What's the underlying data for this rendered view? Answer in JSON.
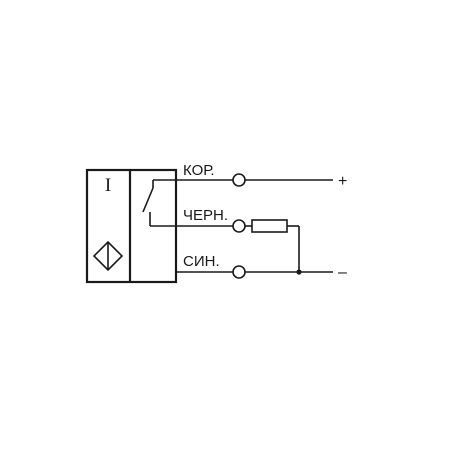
{
  "sensor": {
    "type_symbol": "I"
  },
  "wires": [
    {
      "label": "КОР.",
      "polarity": "+"
    },
    {
      "label": "ЧЕРН.",
      "polarity": ""
    },
    {
      "label": "СИН.",
      "polarity": "–"
    }
  ],
  "colors": {
    "stroke": "#1a1a1a",
    "background": "#ffffff"
  }
}
